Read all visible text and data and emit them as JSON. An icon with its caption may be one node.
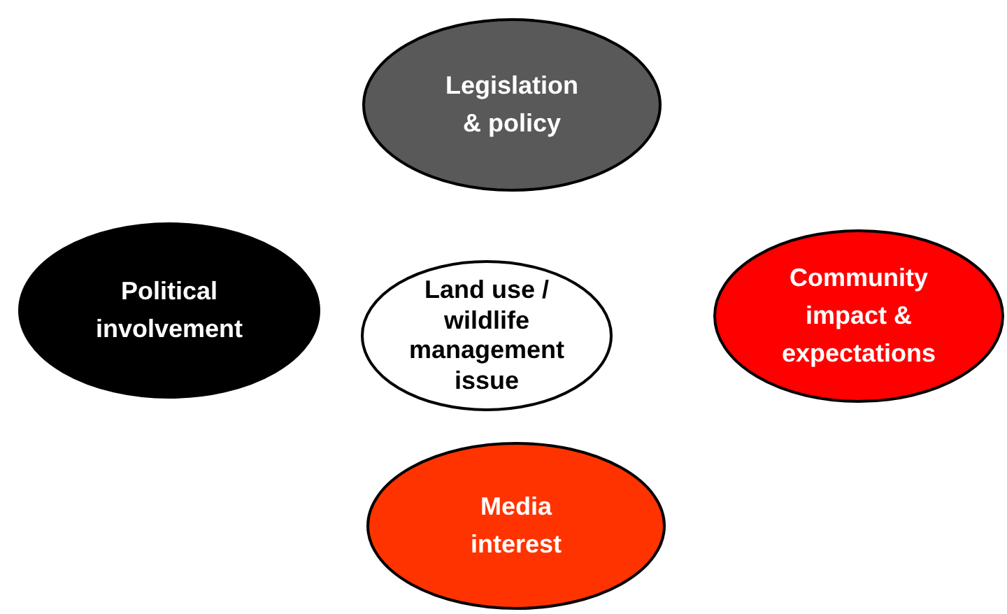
{
  "diagram": {
    "nodes": [
      {
        "text": [
          "Legislation & policy"
        ]
      },
      {
        "text": [
          "Political involvement"
        ]
      },
      {
        "text": [
          "Land use / wildlife management issue"
        ]
      },
      {
        "text": [
          "Community impact & expectations"
        ]
      },
      {
        "text": [
          "Media interest"
        ]
      }
    ]
  }
}
